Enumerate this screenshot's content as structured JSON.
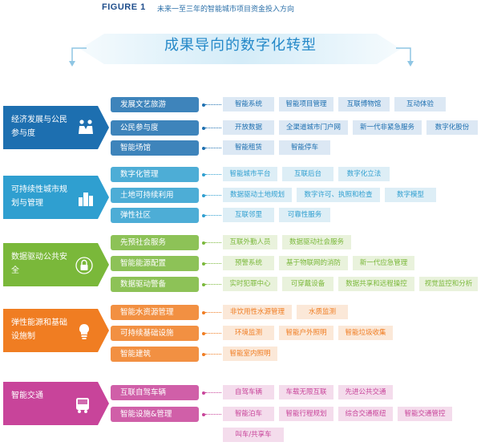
{
  "figure_label": "FIGURE 1",
  "figure_title": "未来一至三年的智能城市项目资金投入方向",
  "banner": "成果导向的数字化转型",
  "categories": [
    {
      "label": "经济发展与公民参与度",
      "color": "#1d6fb0",
      "light": "#dce8f4",
      "icon": "handshake-icon",
      "subs": [
        {
          "label": "发展文艺旅游",
          "items": [
            "智能系统",
            "智能项目管理",
            "互联博物馆",
            "互动体验"
          ]
        },
        {
          "label": "公民参与度",
          "items": [
            "开放数据",
            "全渠道城市门户网",
            "新一代非紧急服务",
            "数字化股份"
          ]
        },
        {
          "label": "智能场馆",
          "items": [
            "智能租赁",
            "智能停车"
          ]
        }
      ]
    },
    {
      "label": "可持续性城市规划与管理",
      "color": "#2f9fd0",
      "light": "#ddeef6",
      "icon": "city-icon",
      "subs": [
        {
          "label": "数字化管理",
          "items": [
            "智能城市平台",
            "互联后台",
            "数字化立法"
          ]
        },
        {
          "label": "土地可持续利用",
          "items": [
            "数据驱动土地规划",
            "数字许可、执照和检查",
            "数字模型"
          ]
        },
        {
          "label": "弹性社区",
          "items": [
            "互联邻里",
            "可靠性服务"
          ]
        }
      ]
    },
    {
      "label": "数据驱动公共安全",
      "color": "#7ab83a",
      "light": "#e9f2dc",
      "icon": "lock-icon",
      "subs": [
        {
          "label": "先预社会服务",
          "items": [
            "互联外勤人员",
            "数据驱动社会服务"
          ]
        },
        {
          "label": "智能能源配置",
          "items": [
            "预警系统",
            "基于物联网的消防",
            "新一代应急管理"
          ]
        },
        {
          "label": "数据驱动警备",
          "items": [
            "实时犯罪中心",
            "可穿戴设备",
            "数据共享和远程操控",
            "视觉监控和分析"
          ]
        }
      ]
    },
    {
      "label": "弹性能源和基础设施制",
      "color": "#f07d22",
      "light": "#fbe8d8",
      "icon": "lightbulb-icon",
      "subs": [
        {
          "label": "智能水资源管理",
          "items": [
            "非饮用性水源管理",
            "水质监测"
          ]
        },
        {
          "label": "可持续基础设施",
          "items": [
            "环境监测",
            "智能户外照明",
            "智能垃圾收集"
          ]
        },
        {
          "label": "智能建筑",
          "items": [
            "智能室内照明"
          ]
        }
      ]
    },
    {
      "label": "智能交通",
      "color": "#c8449a",
      "light": "#f4dcec",
      "icon": "bus-icon",
      "subs": [
        {
          "label": "互联自驾车辆",
          "items": [
            "自驾车辆",
            "车载无限互联",
            "先进公共交通"
          ]
        },
        {
          "label": "智能设施&管理",
          "items": [
            "智能泊车",
            "智能行程规划",
            "综合交通枢纽",
            "智能交通管控",
            "叫车/共享车"
          ]
        }
      ]
    }
  ]
}
